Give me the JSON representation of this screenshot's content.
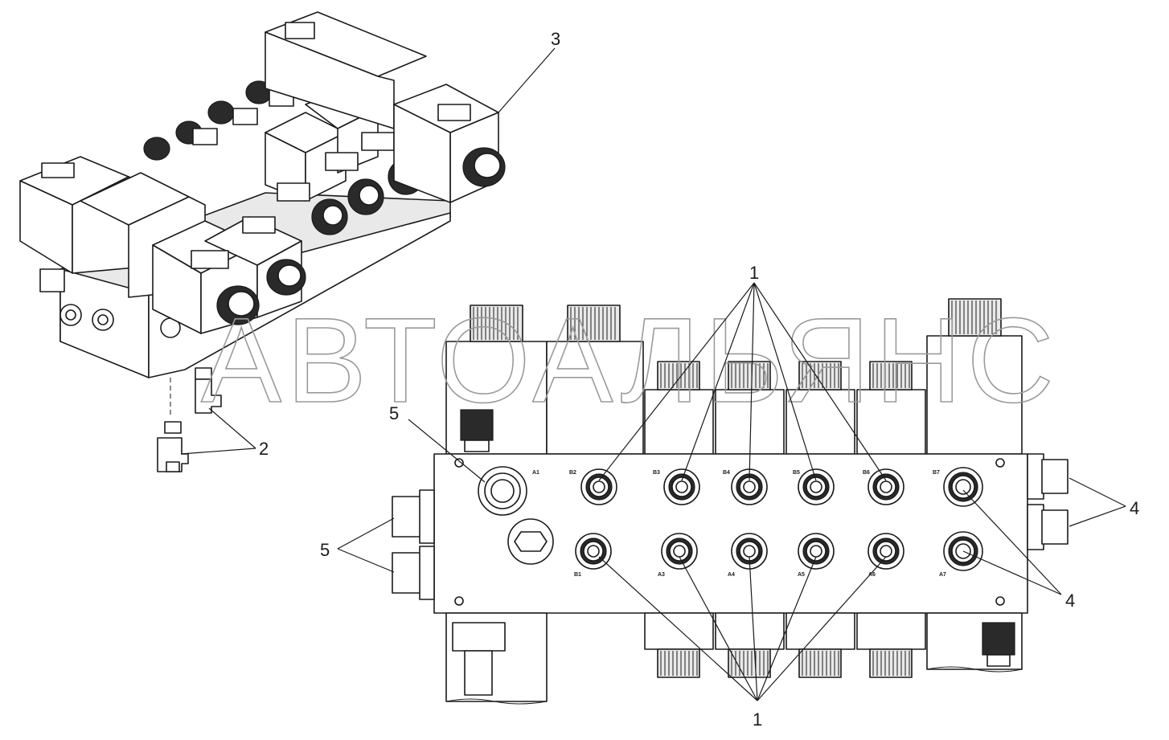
{
  "watermark": "АВТОАЛЬЯНС",
  "callouts": {
    "c1_top": "1",
    "c1_bottom": "1",
    "c2": "2",
    "c3": "3",
    "c4_top": "4",
    "c4_bottom": "4",
    "c5_top": "5",
    "c5_bottom": "5"
  },
  "port_labels": {
    "top": [
      "A1",
      "B2",
      "B3",
      "B4",
      "B5",
      "B6",
      "B7"
    ],
    "bottom": [
      "B1",
      "A3",
      "A4",
      "A5",
      "A6",
      "A7"
    ]
  },
  "colors": {
    "line": "#1a1a1a",
    "watermark": "#9a9a9a",
    "background": "#ffffff"
  }
}
